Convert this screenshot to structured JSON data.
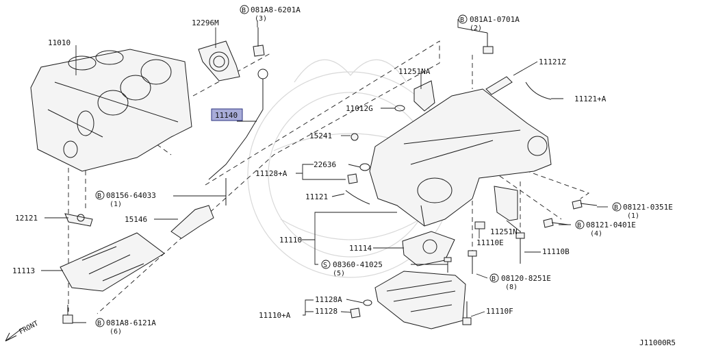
{
  "diagram_code": "J11000R5",
  "front_label": "FRONT",
  "highlight_color": "#a8acd8",
  "parts": {
    "p11010": "11010",
    "p12296M": "12296M",
    "b081A8_6201A": "081A8-6201A",
    "b081A8_6201A_qty": "(3)",
    "p11140": "11140",
    "p12121": "12121",
    "p15146": "15146",
    "p11113": "11113",
    "b08156_64033": "08156-64033",
    "b08156_64033_qty": "(1)",
    "b081A8_6121A": "081A8-6121A",
    "b081A8_6121A_qty": "(6)",
    "b081A1_0701A": "081A1-0701A",
    "b081A1_0701A_qty": "(2)",
    "p11121Z": "11121Z",
    "p11251NA": "11251NA",
    "p11121A": "11121+A",
    "p11012G": "11012G",
    "p15241": "15241",
    "p22636": "22636",
    "p11128A_top": "11128+A",
    "p11121": "11121",
    "b08121_0351E": "08121-0351E",
    "b08121_0351E_qty": "(1)",
    "b08121_0401E": "08121-0401E",
    "b08121_0401E_qty": "(4)",
    "p11251N": "11251N",
    "p11110": "11110",
    "p11110E": "11110E",
    "p11114": "11114",
    "p11110B": "11110B",
    "s08360_41025": "08360-41025",
    "s08360_41025_qty": "(5)",
    "b08120_8251E": "08120-8251E",
    "b08120_8251E_qty": "(8)",
    "p11128A_low": "11128A",
    "p11128": "11128",
    "p11110A": "11110+A",
    "p11110F": "11110F"
  },
  "markers": {
    "bolt": "B",
    "screw": "S"
  }
}
